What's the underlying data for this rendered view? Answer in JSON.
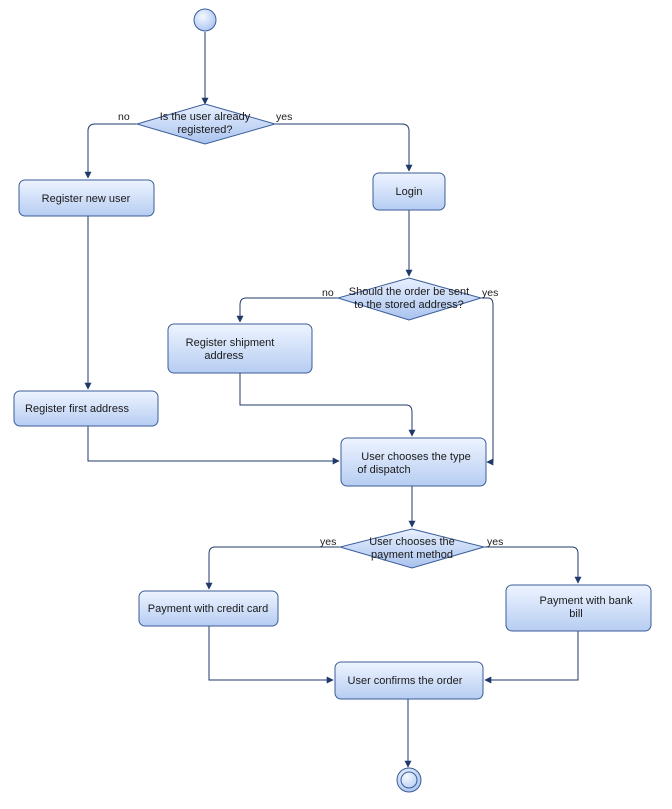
{
  "diagram": {
    "nodes": {
      "q_registered": [
        "Is the user already",
        "registered?"
      ],
      "register_new_user": "Register new user",
      "login": "Login",
      "q_stored_address": [
        "Should the order be sent",
        "to the stored address?"
      ],
      "register_shipment": [
        "Register shipment",
        "address"
      ],
      "register_first_address": "Register first address",
      "choose_dispatch": [
        "User chooses the type",
        "of dispatch"
      ],
      "q_payment": [
        "User chooses the",
        "payment method"
      ],
      "pay_credit_card": "Payment with credit card",
      "pay_bank_bill": [
        "Payment with bank",
        "bill"
      ],
      "confirm_order": "User confirms the order"
    },
    "edge_labels": {
      "q1_no": "no",
      "q1_yes": "yes",
      "q2_no": "no",
      "q2_yes": "yes",
      "q3_left": "yes",
      "q3_right": "yes"
    },
    "colors": {
      "node_top": "#eef4ff",
      "node_bottom": "#b9cff3",
      "node_stroke": "#3a5d9a",
      "edge": "#1f3a6a"
    }
  }
}
